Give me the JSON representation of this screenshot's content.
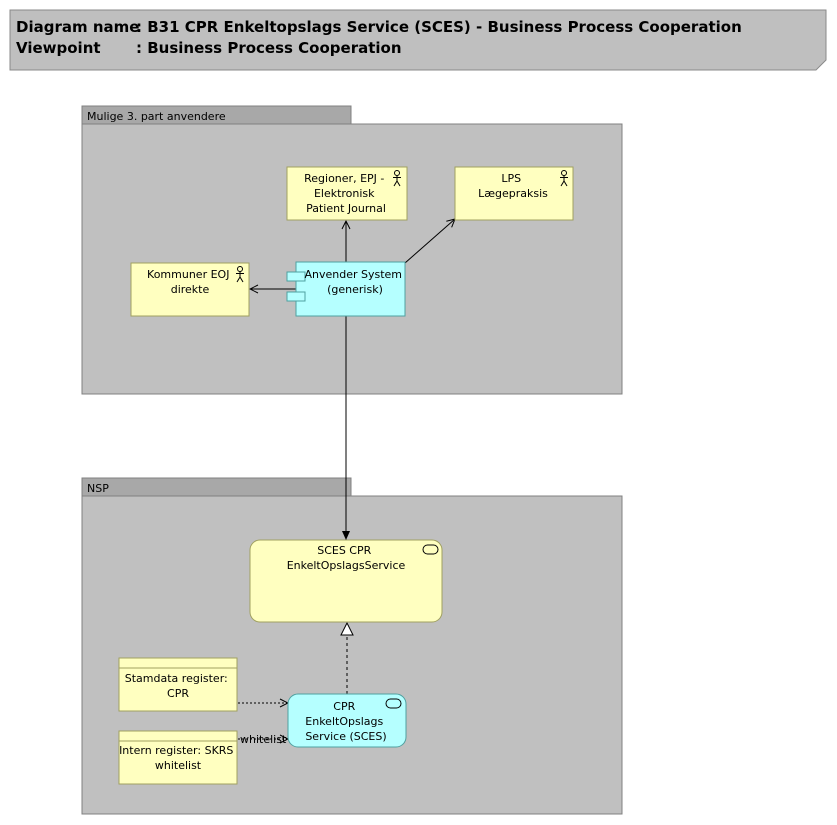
{
  "header": {
    "diagram_name_label": "Diagram name",
    "diagram_name_value": ": B31 CPR Enkeltopslags Service (SCES) - Business Process Cooperation",
    "viewpoint_label": "Viewpoint",
    "viewpoint_value": ": Business Process Cooperation"
  },
  "groups": {
    "third_party": {
      "label": "Mulige 3. part anvendere"
    },
    "nsp": {
      "label": "NSP"
    }
  },
  "nodes": {
    "regioner": {
      "lines": [
        "Regioner, EPJ -",
        "Elektronisk",
        "Patient Journal"
      ],
      "icon": "actor-icon"
    },
    "lps": {
      "lines": [
        "LPS",
        "Lægepraksis"
      ],
      "icon": "actor-icon"
    },
    "kommuner": {
      "lines": [
        "Kommuner EOJ",
        "direkte"
      ],
      "icon": "actor-icon"
    },
    "anvender": {
      "lines": [
        "Anvender System",
        "(generisk)"
      ],
      "icon": "component-icon"
    },
    "sces_cpr": {
      "lines": [
        "SCES CPR",
        "EnkeltOpslagsService"
      ],
      "icon": "service-icon"
    },
    "cpr_sces": {
      "lines": [
        "CPR",
        "EnkeltOpslags",
        "Service (SCES)"
      ],
      "icon": "service-icon"
    },
    "stamdata": {
      "lines": [
        "Stamdata register:",
        "CPR"
      ]
    },
    "intern": {
      "lines": [
        "Intern register: SKRS",
        "whitelist"
      ]
    }
  },
  "edges": {
    "whitelist_label": "whitelist"
  },
  "colors": {
    "business": "#ffffc0",
    "application": "#b5ffff",
    "group_fill": "#c0c0c0",
    "group_tab": "#a8a8a8",
    "header_fill": "#bfbfbf"
  }
}
